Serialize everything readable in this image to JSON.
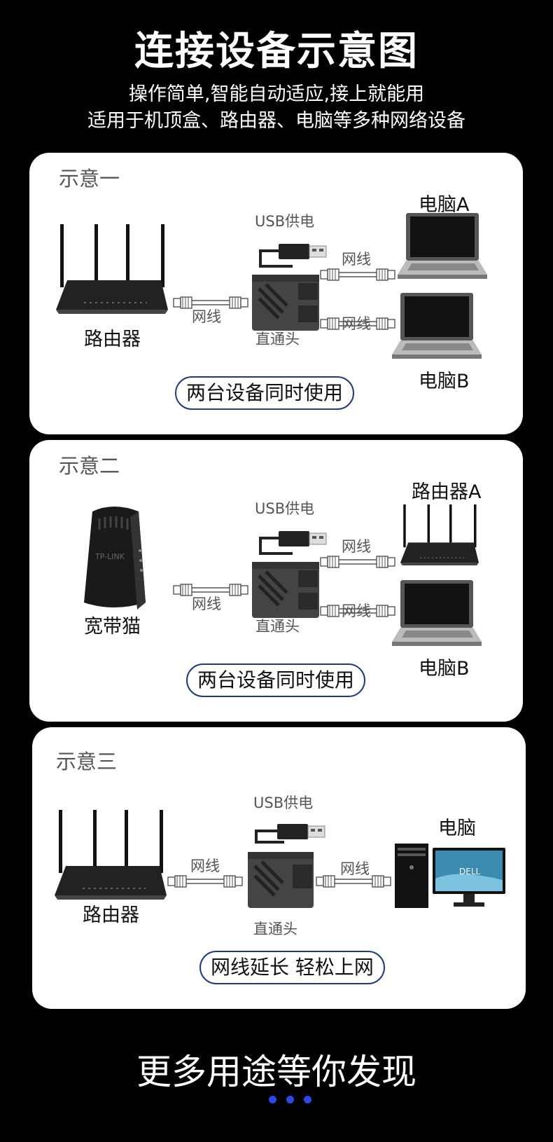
{
  "header": {
    "title": "连接设备示意图",
    "subtitle_1": "操作简单,智能自动适应,接上就能用",
    "subtitle_2": "适用于机顶盒、路由器、电脑等多种网络设备"
  },
  "diagram_1": {
    "section": "示意一",
    "source": "路由器",
    "cable_in": "网线",
    "usb": "USB供电",
    "adapter": "直通头",
    "cable_out_1": "网线",
    "cable_out_2": "网线",
    "target_a": "电脑A",
    "target_b": "电脑B",
    "caption": "两台设备同时使用"
  },
  "diagram_2": {
    "section": "示意二",
    "source": "宽带猫",
    "modem_brand": "TP-LINK",
    "cable_in": "网线",
    "usb": "USB供电",
    "adapter": "直通头",
    "cable_out_1": "网线",
    "cable_out_2": "网线",
    "target_a": "路由器A",
    "target_b": "电脑B",
    "caption": "两台设备同时使用"
  },
  "diagram_3": {
    "section": "示意三",
    "source": "路由器",
    "cable_in": "网线",
    "usb": "USB供电",
    "adapter": "直通头",
    "cable_out": "网线",
    "target": "电脑",
    "monitor_brand": "DELL",
    "caption": "网线延长 轻松上网"
  },
  "footer": {
    "text": "更多用途等你发现",
    "pager_dots": 3
  },
  "colors": {
    "background": "#000000",
    "card": "#ffffff",
    "pill_border": "#1f3b7a",
    "dot": "#2f47e8"
  }
}
